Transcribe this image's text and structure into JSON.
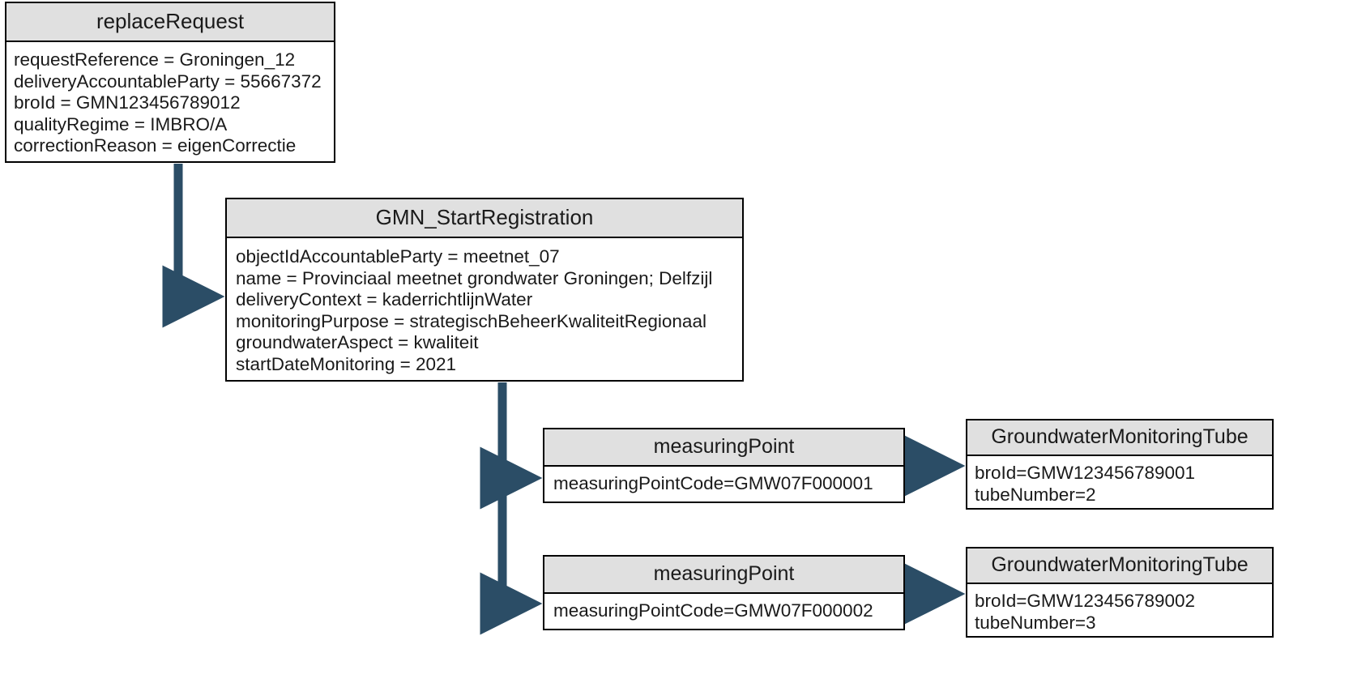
{
  "diagram": {
    "title": "replaceRequest GMN object diagram",
    "accent_color": "#2b4d66",
    "header_fill": "#e0e0e0",
    "border_color": "#000000",
    "background": "#ffffff"
  },
  "nodes": {
    "replace_request": {
      "header": "replaceRequest",
      "attributes": [
        "requestReference = Groningen_12",
        "deliveryAccountableParty = 55667372",
        "broId = GMN123456789012",
        "qualityRegime = IMBRO/A",
        "correctionReason = eigenCorrectie"
      ]
    },
    "gmn_start_registration": {
      "header": "GMN_StartRegistration",
      "attributes": [
        "objectIdAccountableParty = meetnet_07",
        "name = Provinciaal meetnet grondwater Groningen; Delfzijl",
        "deliveryContext = kaderrichtlijnWater",
        "monitoringPurpose = strategischBeheerKwaliteitRegionaal",
        "groundwaterAspect = kwaliteit",
        "startDateMonitoring = 2021"
      ]
    },
    "measuring_point_1": {
      "header": "measuringPoint",
      "attributes": [
        "measuringPointCode=GMW07F000001"
      ]
    },
    "measuring_point_2": {
      "header": "measuringPoint",
      "attributes": [
        "measuringPointCode=GMW07F000002"
      ]
    },
    "tube_1": {
      "header": "GroundwaterMonitoringTube",
      "attributes": [
        "broId=GMW123456789001",
        "tubeNumber=2"
      ]
    },
    "tube_2": {
      "header": "GroundwaterMonitoringTube",
      "attributes": [
        "broId=GMW123456789002",
        "tubeNumber=3"
      ]
    }
  },
  "connectors": [
    {
      "name": "replace-request-to-gmn",
      "from": "replace_request",
      "to": "gmn_start_registration"
    },
    {
      "name": "gmn-to-measuring-point-1",
      "from": "gmn_start_registration",
      "to": "measuring_point_1"
    },
    {
      "name": "gmn-to-measuring-point-2",
      "from": "gmn_start_registration",
      "to": "measuring_point_2"
    },
    {
      "name": "measuring-point-1-to-tube-1",
      "from": "measuring_point_1",
      "to": "tube_1"
    },
    {
      "name": "measuring-point-2-to-tube-2",
      "from": "measuring_point_2",
      "to": "tube_2"
    }
  ]
}
